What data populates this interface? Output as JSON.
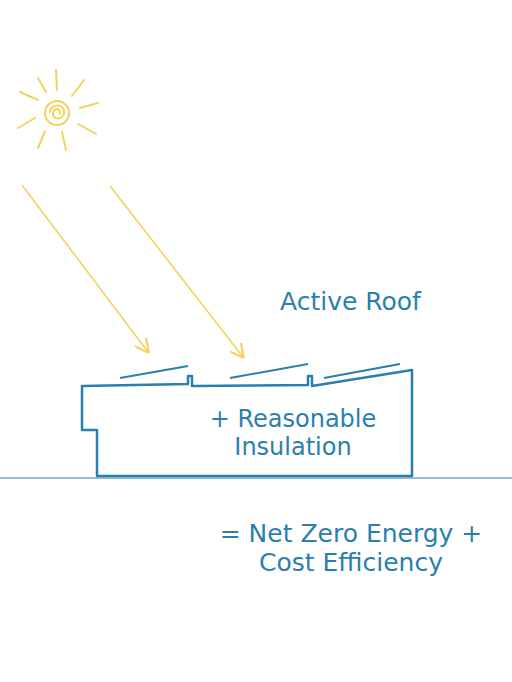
{
  "diagram": {
    "nodes": [
      {
        "text": [
          "+ Reasonable Insulation"
        ]
      }
    ],
    "labels": [
      "Active Roof",
      "= Net Zero Energy + Cost Efficiency"
    ]
  }
}
